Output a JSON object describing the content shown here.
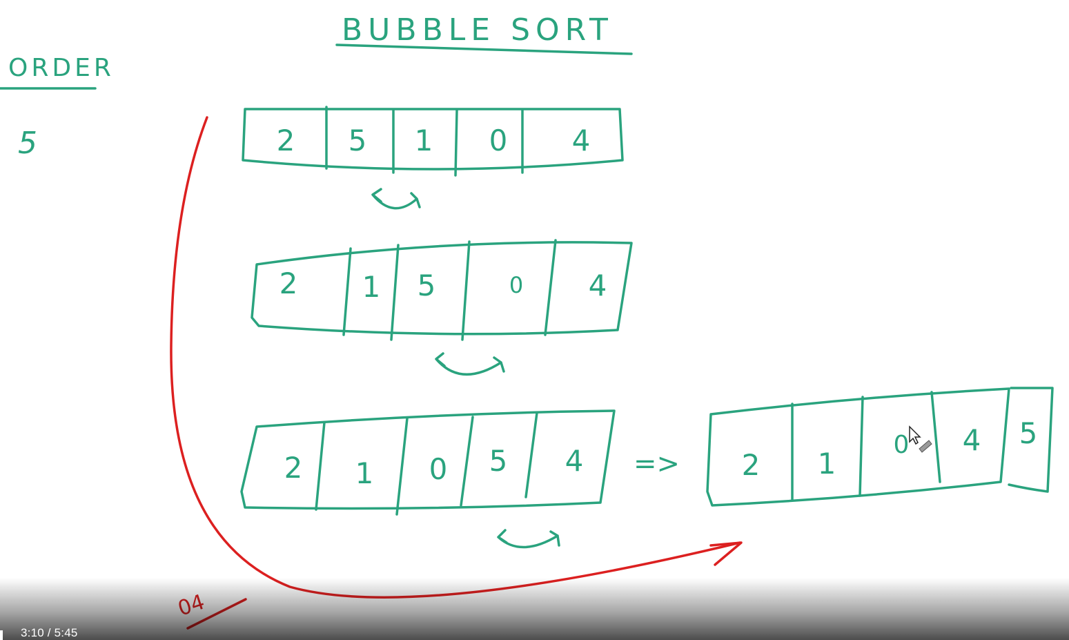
{
  "board": {
    "title": "BUBBLE SORT",
    "side_label": "ORDER",
    "side_value": "5",
    "red_note": "04",
    "arrow_symbol": "=>",
    "rows": [
      [
        "2",
        "5",
        "1",
        "0",
        "4"
      ],
      [
        "2",
        "1",
        "5",
        "0",
        "4"
      ],
      [
        "2",
        "1",
        "0",
        "5",
        "4"
      ],
      [
        "2",
        "1",
        "0",
        "4",
        "5"
      ]
    ]
  },
  "player": {
    "time": "3:10 / 5:45",
    "progress_fraction": 0.55
  },
  "colors": {
    "ink": "#2aa37e",
    "red_ink": "#dc2020"
  }
}
